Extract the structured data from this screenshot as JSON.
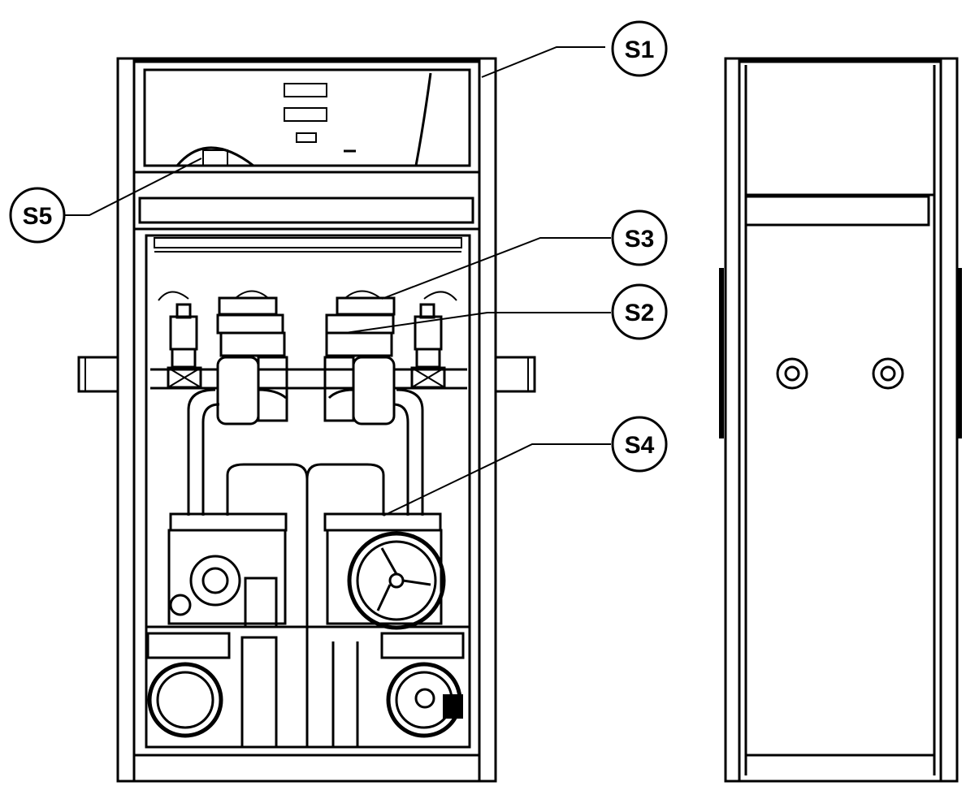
{
  "callouts": {
    "s1": "S1",
    "s2": "S2",
    "s3": "S3",
    "s4": "S4",
    "s5": "S5"
  }
}
